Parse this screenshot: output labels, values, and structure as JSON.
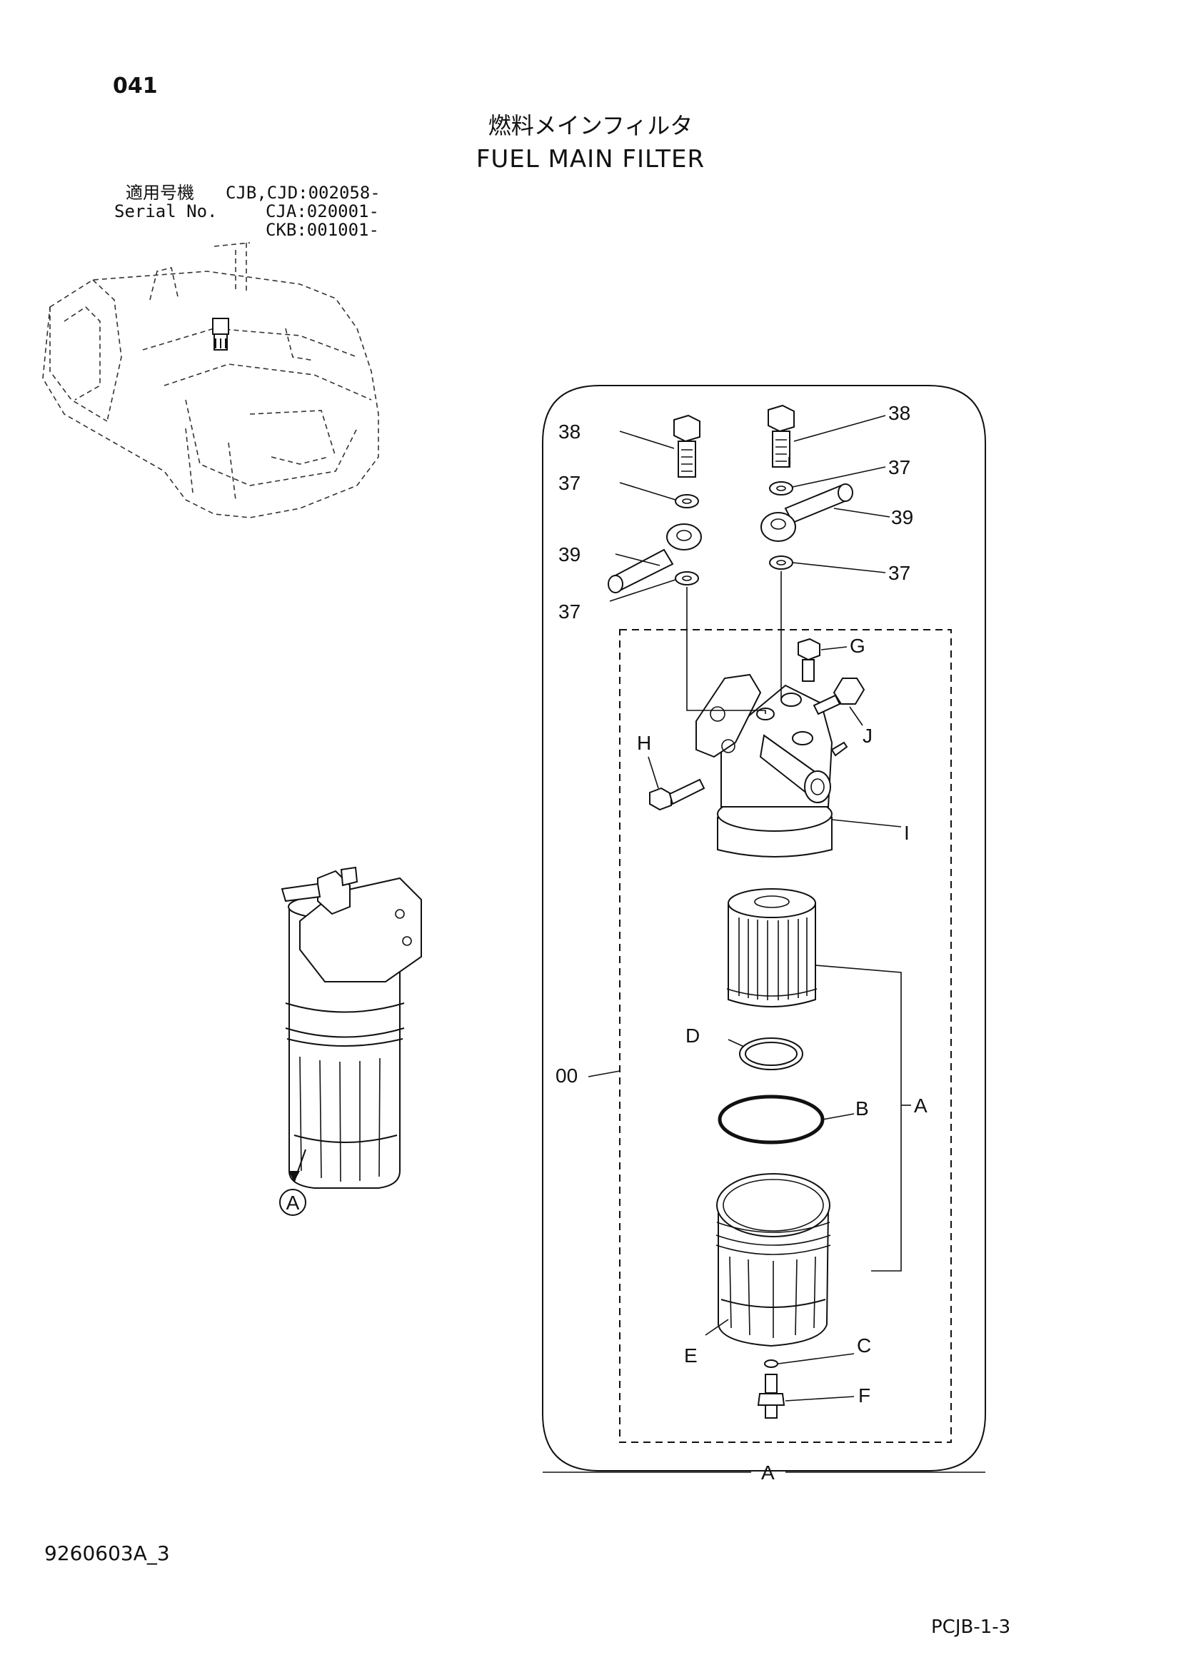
{
  "header": {
    "page_number": "041",
    "title_jp": "燃料メインフィルタ",
    "title_en": "FUEL MAIN FILTER"
  },
  "serial": {
    "label_jp": "適用号機",
    "label_en": "Serial No.",
    "ranges": [
      "CJB,CJD:002058-",
      "CJA:020001-",
      "CKB:001001-"
    ]
  },
  "callouts": {
    "c38a": "38",
    "c38b": "38",
    "c37a": "37",
    "c37b": "37",
    "c37c": "37",
    "c37d": "37",
    "c39a": "39",
    "c39b": "39",
    "g": "G",
    "h": "H",
    "i": "I",
    "j": "J",
    "d": "D",
    "b": "B",
    "a": "A",
    "a2": "A",
    "c": "C",
    "e": "E",
    "f": "F",
    "assy": "00",
    "inset": "A"
  },
  "footer": {
    "drawing_code": "9260603A_3",
    "sheet_code": "PCJB-1-3"
  }
}
